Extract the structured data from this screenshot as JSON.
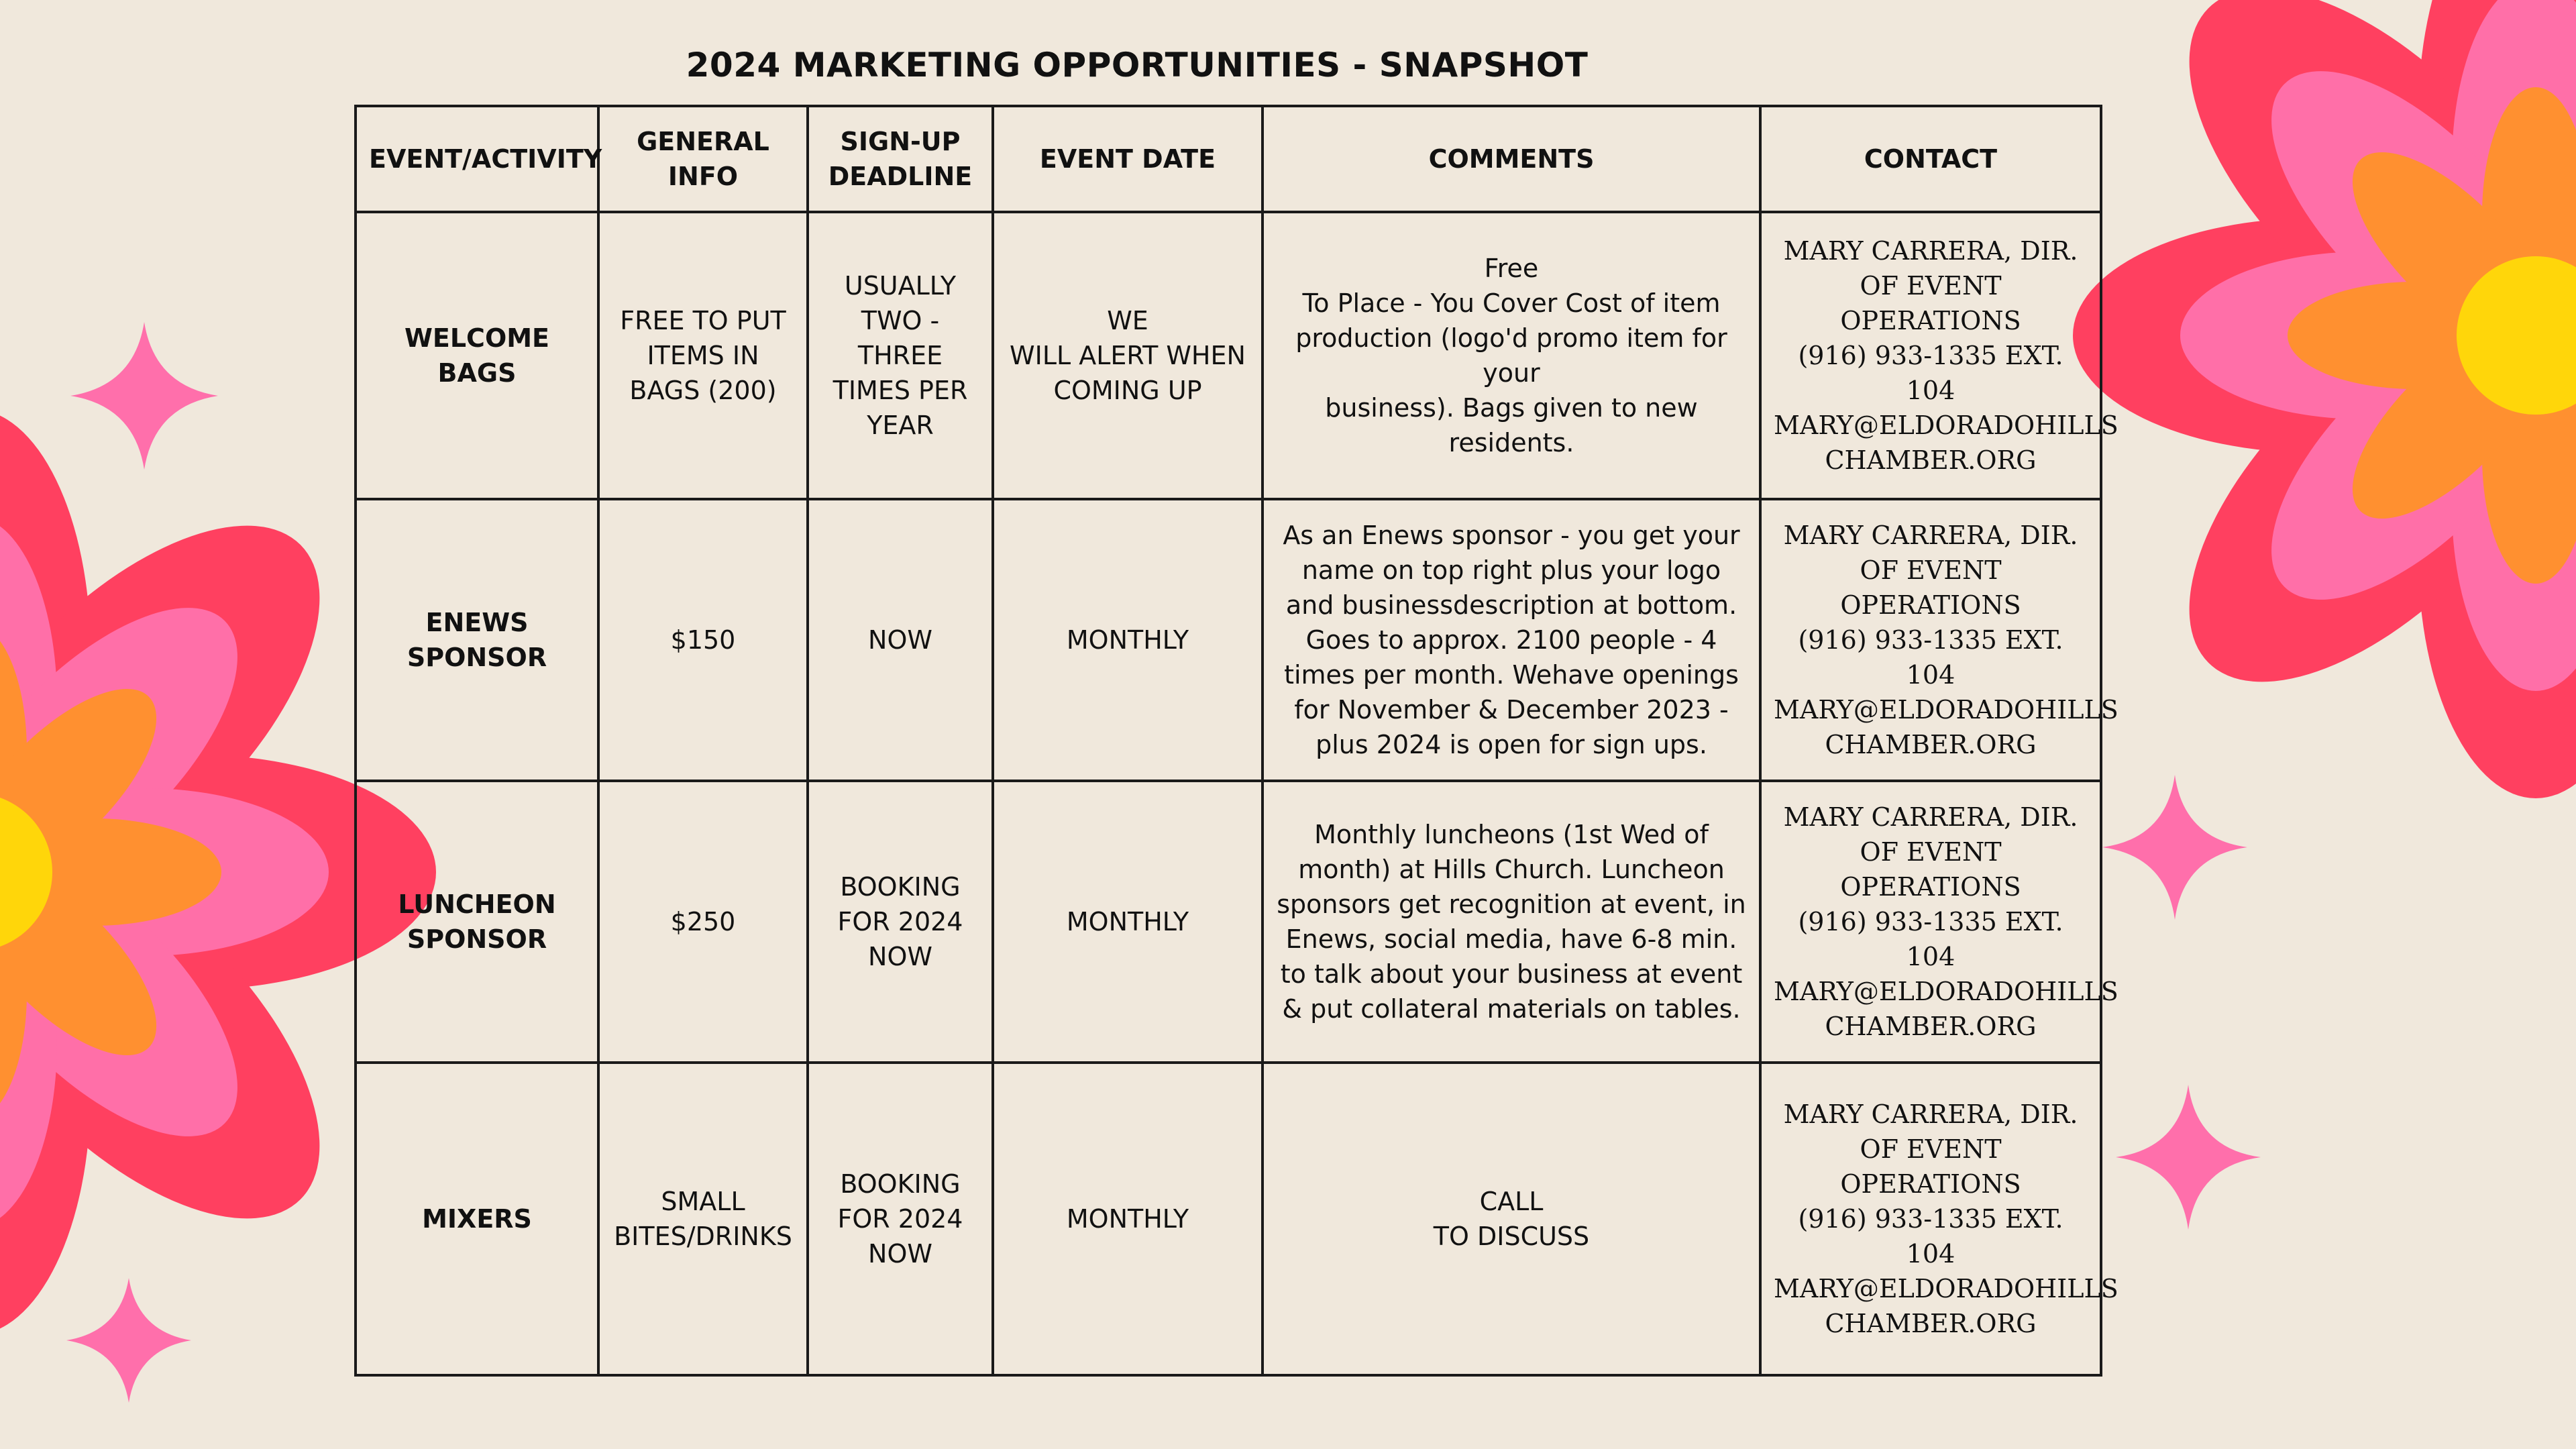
{
  "title": "2024 MARKETING OPPORTUNITIES - SNAPSHOT",
  "columns": [
    "EVENT/ACTIVITY",
    "GENERAL\nINFO",
    "SIGN-UP\nDEADLINE",
    "EVENT DATE",
    "COMMENTS",
    "CONTACT"
  ],
  "rows": [
    {
      "event": "WELCOME BAGS",
      "info": "FREE TO PUT ITEMS IN BAGS (200)",
      "deadline": "USUALLY TWO - THREE TIMES PER YEAR",
      "date": "WE\nWILL ALERT WHEN COMING UP",
      "comments": "Free\nTo Place - You Cover Cost of item production (logo'd promo item for your\nbusiness). Bags given to new residents.",
      "contact": "MARY CARRERA, DIR. OF EVENT OPERATIONS\n(916) 933-1335 EXT. 104\nMARY@ELDORADOHILLS CHAMBER.ORG"
    },
    {
      "event": "ENEWS\nSPONSOR",
      "info": "$150",
      "deadline": "NOW",
      "date": "MONTHLY",
      "comments": "As an Enews sponsor - you get your name on top right plus your logo and businessdescription at bottom. Goes to approx. 2100 people - 4 times per month. Wehave openings for November & December 2023 - plus 2024 is open for sign ups.",
      "contact": "MARY CARRERA, DIR. OF EVENT OPERATIONS\n(916) 933-1335 EXT. 104\nMARY@ELDORADOHILLS CHAMBER.ORG"
    },
    {
      "event": "LUNCHEON\nSPONSOR",
      "info": "$250",
      "deadline": "BOOKING\nFOR 2024\nNOW",
      "date": "MONTHLY",
      "comments": "Monthly luncheons (1st Wed of month) at Hills Church. Luncheon sponsors get recognition at event, in Enews, social media, have 6-8 min. to talk about your business at event & put collateral materials on tables.",
      "contact": "MARY CARRERA, DIR. OF EVENT OPERATIONS\n(916) 933-1335 EXT. 104\nMARY@ELDORADOHILLS CHAMBER.ORG"
    },
    {
      "event": "MIXERS",
      "info": "SMALL BITES/DRINKS",
      "deadline": "BOOKING\nFOR 2024\nNOW",
      "date": "MONTHLY",
      "comments": "CALL\nTO DISCUSS",
      "contact": "MARY CARRERA, DIR. OF EVENT OPERATIONS\n(916) 933-1335 EXT. 104\nMARY@ELDORADOHILLS CHAMBER.ORG"
    }
  ],
  "colors": {
    "background": "#f0e8dc",
    "petal_red": "#ff4060",
    "petal_pink": "#ff6fa8",
    "petal_orange": "#ff9030",
    "flower_center": "#ffd60a",
    "sparkle": "#ff6fab"
  },
  "decorations": [
    "flower-icon",
    "sparkle-icon"
  ]
}
